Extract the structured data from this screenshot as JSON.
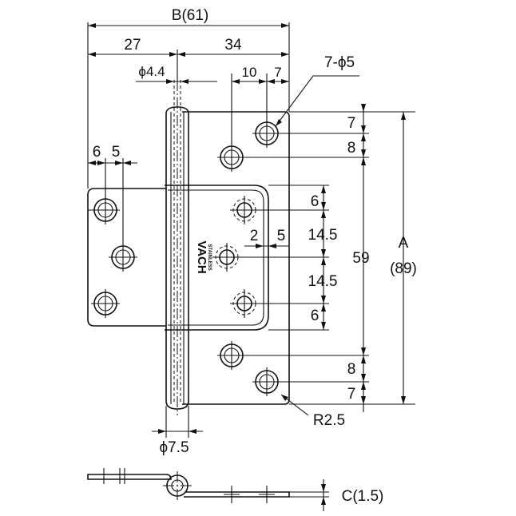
{
  "dimensions": {
    "overall_width": "B(61)",
    "left_width": "27",
    "right_width": "34",
    "pin_dia": "ϕ4.4",
    "hole_offset_x1": "10",
    "hole_offset_x2": "7",
    "hole_callout": "7-ϕ5",
    "left_hole_x1": "6",
    "left_hole_x2": "5",
    "right_v_top1": "7",
    "right_v_top2": "8",
    "center_span": "59",
    "overall_height_label": "A",
    "overall_height_value": "(89)",
    "right_v_bot1": "8",
    "right_v_bot2": "7",
    "inner_v1": "6",
    "inner_v2": "14.5",
    "inner_v3": "14.5",
    "inner_v4": "6",
    "inner_h1": "2",
    "inner_h2": "5",
    "corner_radius": "R2.5",
    "knuckle_dia": "ϕ7.5",
    "thickness": "C(1.5)"
  },
  "logo": {
    "brand": "VACH",
    "sub": "STAINLESS"
  }
}
